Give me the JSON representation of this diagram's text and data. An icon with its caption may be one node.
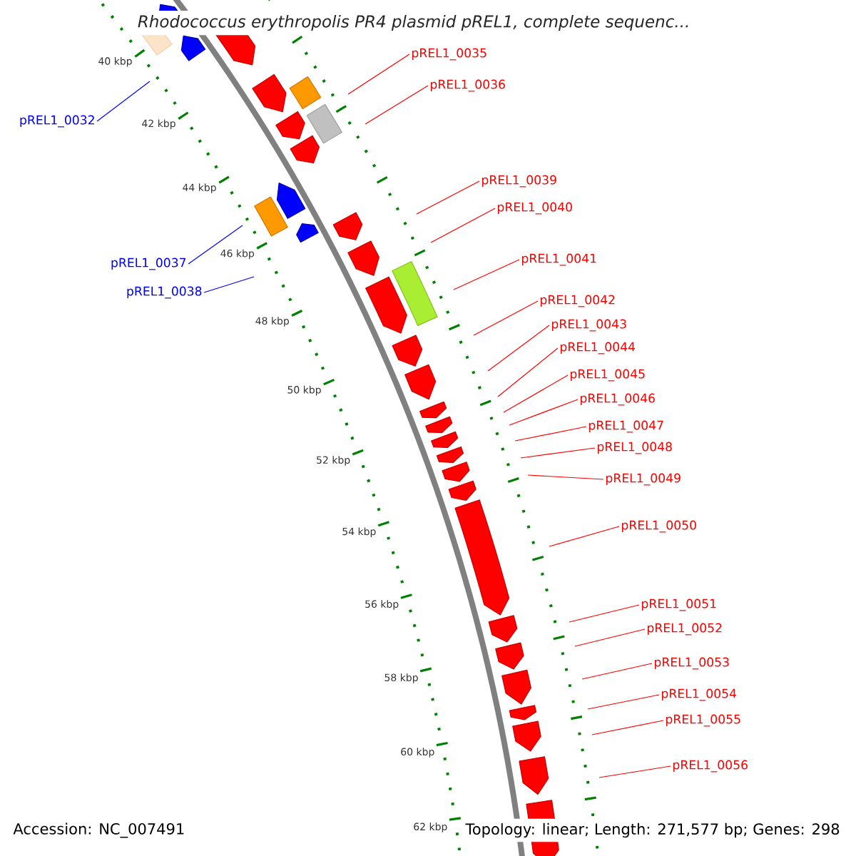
{
  "diagram": {
    "title": "Rhodococcus erythropolis PR4 plasmid pREL1, complete sequenc...",
    "nodes": [
      {
        "text": [
          "pREL1_0035"
        ]
      },
      {
        "text": [
          "pREL1_0036"
        ]
      },
      {
        "text": [
          "pREL1_0032"
        ]
      },
      {
        "text": [
          "pREL1_0039"
        ]
      },
      {
        "text": [
          "pREL1_0040"
        ]
      },
      {
        "text": [
          "pREL1_0041"
        ]
      },
      {
        "text": [
          "pREL1_0037"
        ]
      },
      {
        "text": [
          "pREL1_0038"
        ]
      },
      {
        "text": [
          "pREL1_0042"
        ]
      },
      {
        "text": [
          "pREL1_0043"
        ]
      },
      {
        "text": [
          "pREL1_0044"
        ]
      },
      {
        "text": [
          "pREL1_0045"
        ]
      },
      {
        "text": [
          "pREL1_0046"
        ]
      },
      {
        "text": [
          "pREL1_0047"
        ]
      },
      {
        "text": [
          "pREL1_0048"
        ]
      },
      {
        "text": [
          "pREL1_0049"
        ]
      },
      {
        "text": [
          "pREL1_0050"
        ]
      },
      {
        "text": [
          "pREL1_0051"
        ]
      },
      {
        "text": [
          "pREL1_0052"
        ]
      },
      {
        "text": [
          "pREL1_0053"
        ]
      },
      {
        "text": [
          "pREL1_0054"
        ]
      },
      {
        "text": [
          "pREL1_0055"
        ]
      },
      {
        "text": [
          "pREL1_0056"
        ]
      }
    ],
    "edges": [
      {
        "from": 0,
        "to": null,
        "arrow": "none"
      },
      {
        "from": 1,
        "to": null,
        "arrow": "none"
      },
      {
        "from": 2,
        "to": null,
        "arrow": "none",
        "color": "#0000ff"
      },
      {
        "from": 3,
        "to": null,
        "arrow": "none"
      },
      {
        "from": 4,
        "to": null,
        "arrow": "none"
      },
      {
        "from": 5,
        "to": null,
        "arrow": "none"
      },
      {
        "from": 6,
        "to": null,
        "arrow": "none",
        "color": "#0000ff"
      },
      {
        "from": 7,
        "to": null,
        "arrow": "none",
        "color": "#0000ff"
      },
      {
        "from": 8,
        "to": null,
        "arrow": "none"
      },
      {
        "from": 9,
        "to": null,
        "arrow": "none"
      },
      {
        "from": 10,
        "to": null,
        "arrow": "none"
      },
      {
        "from": 11,
        "to": null,
        "arrow": "none"
      },
      {
        "from": 12,
        "to": null,
        "arrow": "none"
      },
      {
        "from": 13,
        "to": null,
        "arrow": "none"
      },
      {
        "from": 14,
        "to": null,
        "arrow": "none"
      },
      {
        "from": 15,
        "to": null,
        "arrow": "none"
      },
      {
        "from": 16,
        "to": null,
        "arrow": "none"
      },
      {
        "from": 17,
        "to": null,
        "arrow": "none"
      },
      {
        "from": 18,
        "to": null,
        "arrow": "none"
      },
      {
        "from": 19,
        "to": null,
        "arrow": "none"
      },
      {
        "from": 20,
        "to": null,
        "arrow": "none"
      },
      {
        "from": 21,
        "to": null,
        "arrow": "none"
      },
      {
        "from": 22,
        "to": null,
        "arrow": "none"
      }
    ],
    "labels": [
      "40 kbp",
      "42 kbp",
      "44 kbp",
      "46 kbp",
      "48 kbp",
      "50 kbp",
      "52 kbp",
      "54 kbp",
      "56 kbp",
      "58 kbp",
      "60 kbp",
      "62 kbp",
      "Accession: NC_007491",
      "Topology: linear; Length: 271,577 bp; Genes: 298"
    ]
  }
}
